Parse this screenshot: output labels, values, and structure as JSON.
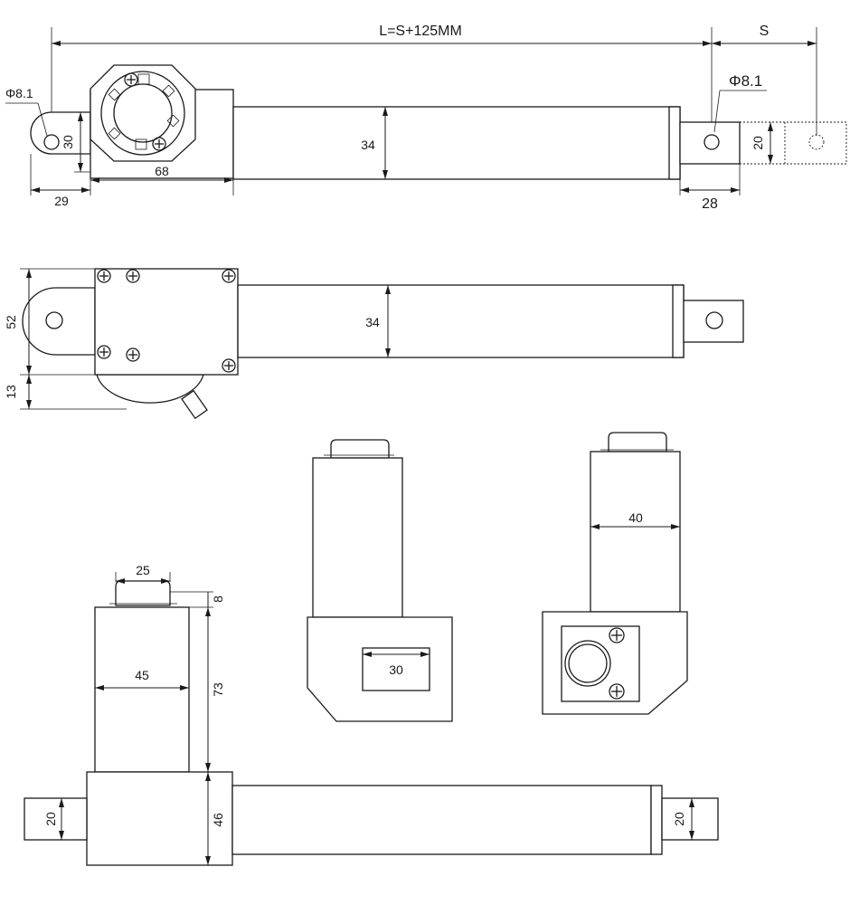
{
  "dimensions": {
    "total_length": "L=S+125MM",
    "stroke": "S",
    "hole_left": "Φ8.1",
    "hole_right": "Φ8.1",
    "clevis_height": "30",
    "housing_width_68": "68",
    "clevis_offset": "29",
    "tube_dia_top": "34",
    "rod_end_height": "20",
    "rod_end_length": "28",
    "side_height": "52",
    "cap_height": "13",
    "tube_dia_side": "34",
    "motor_knob_width": "25",
    "knob_height": "8",
    "motor_width": "45",
    "motor_height": "73",
    "housing_height": "46",
    "rod_left": "20",
    "rod_right": "20",
    "window_width": "30",
    "motor_width_40": "40"
  },
  "colors": {
    "line": "#1a1a1a",
    "background": "#ffffff"
  }
}
